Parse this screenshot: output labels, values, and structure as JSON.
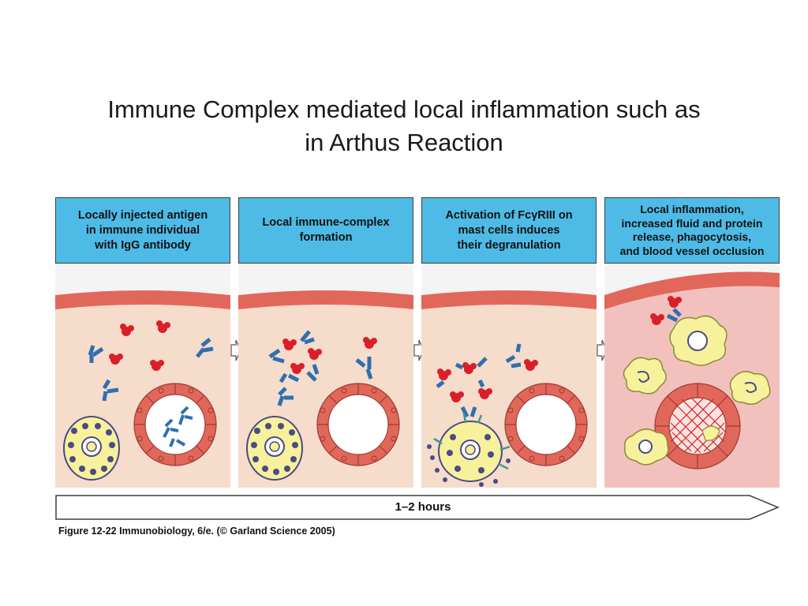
{
  "slide": {
    "title_line1": "Immune Complex mediated local inflammation such as",
    "title_line2": "in Arthus Reaction"
  },
  "figure": {
    "panels": [
      {
        "lines": [
          "Locally injected antigen",
          "in immune individual",
          "with IgG antibody"
        ]
      },
      {
        "lines": [
          "Local immune-complex",
          "formation"
        ]
      },
      {
        "lines": [
          "Activation of FcγRIII on",
          "mast cells induces",
          "their degranulation"
        ]
      },
      {
        "lines": [
          "Local inflammation,",
          "increased fluid and protein",
          "release, phagocytosis,",
          "and blood vessel occlusion"
        ]
      }
    ],
    "timeline_label": "1–2 hours",
    "caption": "Figure 12-22  Immunobiology, 6/e. (© Garland Science 2005)"
  },
  "colors": {
    "header_blue": "#4dbbe6",
    "tissue": "#f5dccb",
    "tissue_inflamed": "#f2c1bd",
    "vessel_wall": "#e2675b",
    "antigen": "#d91f2a",
    "antibody": "#2f6fb0",
    "cell_yellow": "#f6f19a",
    "granule": "#4b4a86"
  }
}
